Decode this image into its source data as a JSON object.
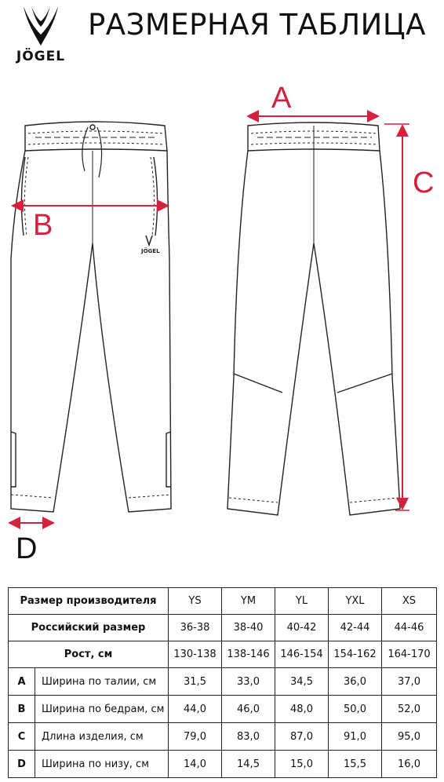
{
  "brand": "JÖGEL",
  "title": "РАЗМЕРНАЯ ТАБЛИЦА",
  "pants_logo": "JÖGEL",
  "measure_letters": {
    "a": "A",
    "b": "B",
    "c": "C",
    "d": "D"
  },
  "colors": {
    "accent": "#d4213d",
    "text": "#111111"
  },
  "icons": [
    "jogel-logo-icon"
  ],
  "table": {
    "header_label": "Размер производителя",
    "sizes": [
      "YS",
      "YM",
      "YL",
      "YXL",
      "XS"
    ],
    "ru_label": "Российский размер",
    "ru_sizes": [
      "36-38",
      "38-40",
      "40-42",
      "42-44",
      "44-46"
    ],
    "height_label": "Рост, см",
    "heights": [
      "130-138",
      "138-146",
      "146-154",
      "154-162",
      "164-170"
    ],
    "rows": [
      {
        "letter": "A",
        "label": "Ширина по талии, см",
        "values": [
          "31,5",
          "33,0",
          "34,5",
          "36,0",
          "37,0"
        ]
      },
      {
        "letter": "B",
        "label": "Ширина по бедрам, см",
        "values": [
          "44,0",
          "46,0",
          "48,0",
          "50,0",
          "52,0"
        ]
      },
      {
        "letter": "C",
        "label": "Длина изделия, см",
        "values": [
          "79,0",
          "83,0",
          "87,0",
          "91,0",
          "95,0"
        ]
      },
      {
        "letter": "D",
        "label": "Ширина по низу, см",
        "values": [
          "14,0",
          "14,5",
          "15,0",
          "15,5",
          "16,0"
        ]
      }
    ]
  }
}
